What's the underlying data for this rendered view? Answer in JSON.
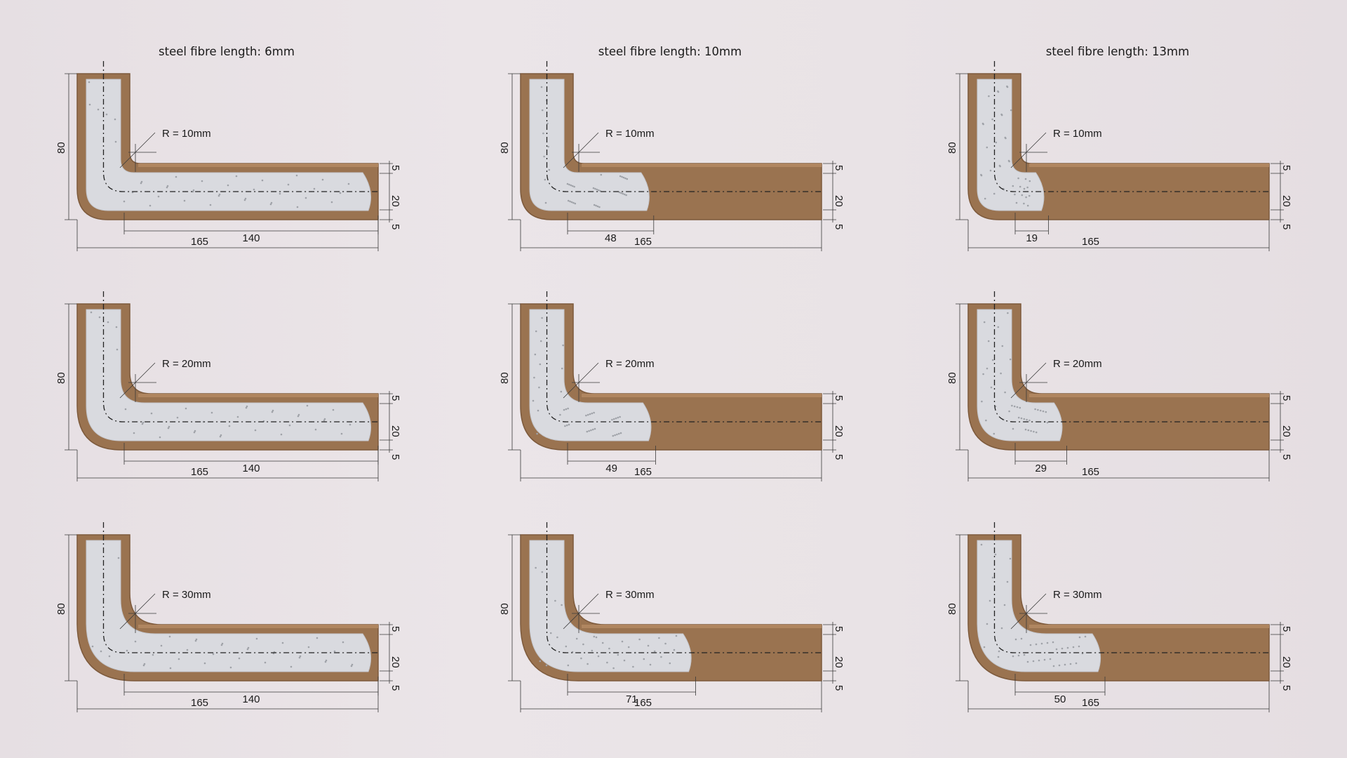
{
  "columns": [
    {
      "title": "steel fibre length: 6mm"
    },
    {
      "title": "steel fibre length: 10mm"
    },
    {
      "title": "steel fibre length: 13mm"
    }
  ],
  "specimens": [
    {
      "row": 0,
      "col": 0,
      "radius_label": "R = 10mm",
      "radius_mm": 10,
      "height": "80",
      "layers": [
        "5",
        "20",
        "5"
      ],
      "total": "165",
      "fill": "140",
      "fill_mm": 140
    },
    {
      "row": 0,
      "col": 1,
      "radius_label": "R = 10mm",
      "radius_mm": 10,
      "height": "80",
      "layers": [
        "5",
        "20",
        "5"
      ],
      "total": "165",
      "fill": "48",
      "fill_mm": 48
    },
    {
      "row": 0,
      "col": 2,
      "radius_label": "R = 10mm",
      "radius_mm": 10,
      "height": "80",
      "layers": [
        "5",
        "20",
        "5"
      ],
      "total": "165",
      "fill": "19",
      "fill_mm": 19
    },
    {
      "row": 1,
      "col": 0,
      "radius_label": "R = 20mm",
      "radius_mm": 20,
      "height": "80",
      "layers": [
        "5",
        "20",
        "5"
      ],
      "total": "165",
      "fill": "140",
      "fill_mm": 140
    },
    {
      "row": 1,
      "col": 1,
      "radius_label": "R = 20mm",
      "radius_mm": 20,
      "height": "80",
      "layers": [
        "5",
        "20",
        "5"
      ],
      "total": "165",
      "fill": "49",
      "fill_mm": 49
    },
    {
      "row": 1,
      "col": 2,
      "radius_label": "R = 20mm",
      "radius_mm": 20,
      "height": "80",
      "layers": [
        "5",
        "20",
        "5"
      ],
      "total": "165",
      "fill": "29",
      "fill_mm": 29
    },
    {
      "row": 2,
      "col": 0,
      "radius_label": "R = 30mm",
      "radius_mm": 30,
      "height": "80",
      "layers": [
        "5",
        "20",
        "5"
      ],
      "total": "165",
      "fill": "140",
      "fill_mm": 140
    },
    {
      "row": 2,
      "col": 1,
      "radius_label": "R = 30mm",
      "radius_mm": 30,
      "height": "80",
      "layers": [
        "5",
        "20",
        "5"
      ],
      "total": "165",
      "fill": "71",
      "fill_mm": 71
    },
    {
      "row": 2,
      "col": 2,
      "radius_label": "R = 30mm",
      "radius_mm": 30,
      "height": "80",
      "layers": [
        "5",
        "20",
        "5"
      ],
      "total": "165",
      "fill": "50",
      "fill_mm": 50
    }
  ],
  "colors": {
    "mould": "#9a7350",
    "mould_dark": "#7d5a3c",
    "mould_edge": "#b08660",
    "concrete": "#d9dadf",
    "concrete_speck": "#9fa2a8",
    "dim_line": "#3a3a3a",
    "text": "#1a1a1a"
  }
}
